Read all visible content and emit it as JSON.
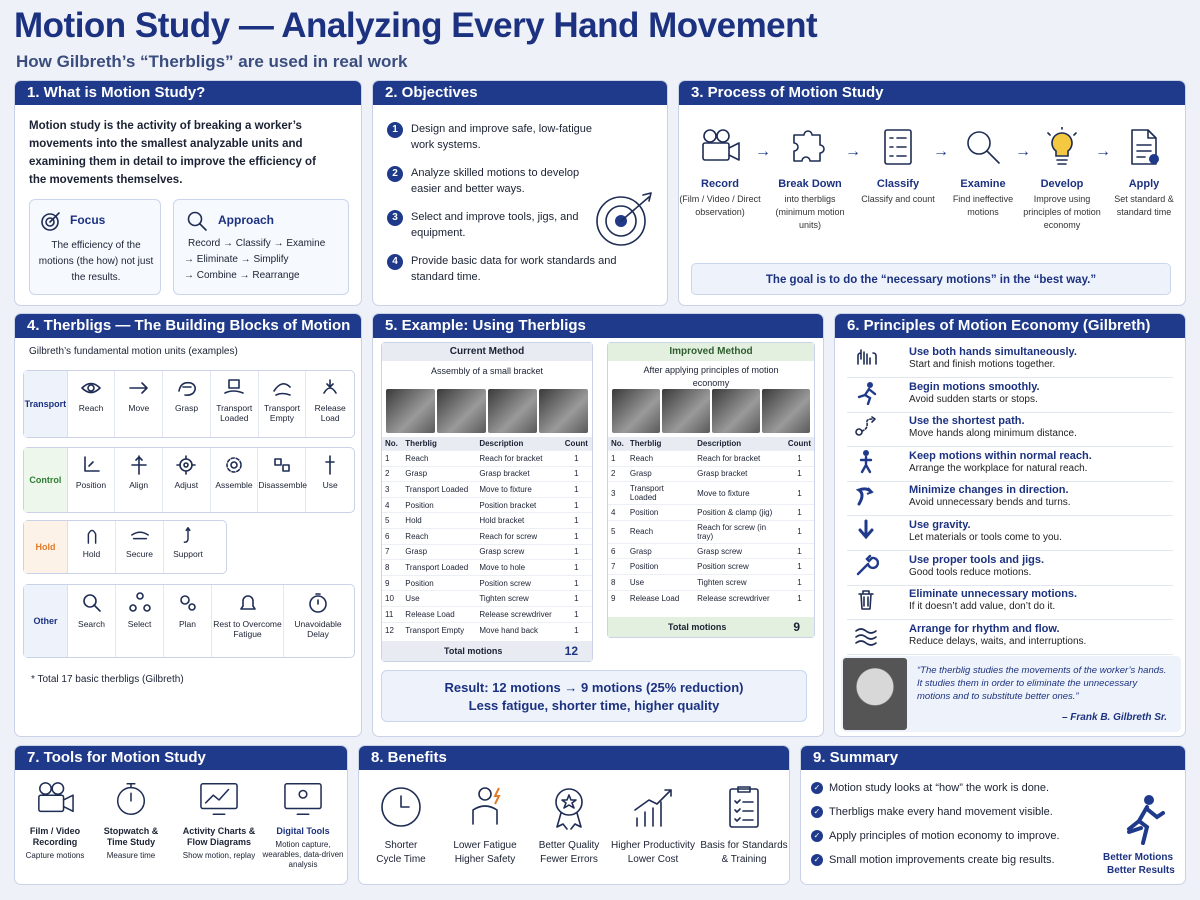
{
  "header": {
    "title": "Motion Study — Analyzing Every Hand Movement",
    "subtitle": "How Gilbreth’s “Therbligs” are used in real work"
  },
  "colors": {
    "navy": "#1f3a8a",
    "green_header": "#e3f0e0",
    "orange": "#e07b2a",
    "accent_light": "#eef3fb"
  },
  "p1": {
    "heading": "1. What is Motion Study?",
    "body": "Motion study is the activity of breaking a worker’s movements into the smallest analyzable units and examining them in detail to improve the efficiency of the movements themselves.",
    "focus_title": "Focus",
    "focus_body": "The efficiency of the motions (the how) not just the results.",
    "approach_title": "Approach",
    "approach_l1": "Record → Classify → Examine",
    "approach_l2": "→ Eliminate → Simplify",
    "approach_l3": "→ Combine → Rearrange"
  },
  "p2": {
    "heading": "2. Objectives",
    "items": [
      {
        "n": "1",
        "text": "Design and improve safe, low-fatigue work systems."
      },
      {
        "n": "2",
        "text": "Analyze skilled motions to develop easier and better ways."
      },
      {
        "n": "3",
        "text": "Select and improve tools, jigs, and equipment."
      },
      {
        "n": "4",
        "text": "Provide basic data for work standards and standard time."
      }
    ]
  },
  "p3": {
    "heading": "3. Process of Motion Study",
    "steps": [
      {
        "title": "Record",
        "desc": "(Film / Video / Direct observation)",
        "icon": "camera-icon"
      },
      {
        "title": "Break Down",
        "desc": "into therbligs (minimum motion units)",
        "icon": "puzzle-icon"
      },
      {
        "title": "Classify",
        "desc": "Classify and count",
        "icon": "checklist-icon"
      },
      {
        "title": "Examine",
        "desc": "Find ineffective motions",
        "icon": "magnifier-icon"
      },
      {
        "title": "Develop",
        "desc": "Improve using principles of motion economy",
        "icon": "lightbulb-icon"
      },
      {
        "title": "Apply",
        "desc": "Set standard & standard time",
        "icon": "document-icon"
      }
    ],
    "goal": "The goal is to do the “necessary motions” in the “best way.”"
  },
  "p4": {
    "heading": "4. Therbligs — The Building Blocks of Motion",
    "intro": "Gilbreth’s fundamental motion units (examples)",
    "categories": [
      {
        "name": "Transport",
        "items": [
          "Reach",
          "Move",
          "Grasp",
          "Transport Loaded",
          "Transport Empty",
          "Release Load"
        ]
      },
      {
        "name": "Control",
        "items": [
          "Position",
          "Align",
          "Adjust",
          "Assemble",
          "Disassemble",
          "Use"
        ]
      },
      {
        "name": "Hold",
        "items": [
          "Hold",
          "Secure",
          "Support"
        ]
      },
      {
        "name": "Other",
        "items": [
          "Search",
          "Select",
          "Plan",
          "Rest to Overcome Fatigue",
          "Unavoidable Delay"
        ]
      }
    ],
    "note": "* Total 17 basic therbligs (Gilbreth)"
  },
  "p5": {
    "heading": "5. Example: Using Therbligs",
    "current": {
      "title": "Current Method",
      "subtitle": "Assembly of a small bracket",
      "cols": [
        "No.",
        "Therblig",
        "Description",
        "Count"
      ],
      "rows": [
        [
          "1",
          "Reach",
          "Reach for bracket",
          "1"
        ],
        [
          "2",
          "Grasp",
          "Grasp bracket",
          "1"
        ],
        [
          "3",
          "Transport Loaded",
          "Move to fixture",
          "1"
        ],
        [
          "4",
          "Position",
          "Position bracket",
          "1"
        ],
        [
          "5",
          "Hold",
          "Hold bracket",
          "1"
        ],
        [
          "6",
          "Reach",
          "Reach for screw",
          "1"
        ],
        [
          "7",
          "Grasp",
          "Grasp screw",
          "1"
        ],
        [
          "8",
          "Transport Loaded",
          "Move to hole",
          "1"
        ],
        [
          "9",
          "Position",
          "Position screw",
          "1"
        ],
        [
          "10",
          "Use",
          "Tighten screw",
          "1"
        ],
        [
          "11",
          "Release Load",
          "Release screwdriver",
          "1"
        ],
        [
          "12",
          "Transport Empty",
          "Move hand back",
          "1"
        ]
      ],
      "total_label": "Total motions",
      "total": "12"
    },
    "improved": {
      "title": "Improved Method",
      "subtitle": "After applying principles of motion economy",
      "cols": [
        "No.",
        "Therblig",
        "Description",
        "Count"
      ],
      "rows": [
        [
          "1",
          "Reach",
          "Reach for bracket",
          "1"
        ],
        [
          "2",
          "Grasp",
          "Grasp bracket",
          "1"
        ],
        [
          "3",
          "Transport Loaded",
          "Move to fixture",
          "1"
        ],
        [
          "4",
          "Position",
          "Position & clamp (jig)",
          "1"
        ],
        [
          "5",
          "Reach",
          "Reach for screw (in tray)",
          "1"
        ],
        [
          "6",
          "Grasp",
          "Grasp screw",
          "1"
        ],
        [
          "7",
          "Position",
          "Position screw",
          "1"
        ],
        [
          "8",
          "Use",
          "Tighten screw",
          "1"
        ],
        [
          "9",
          "Release Load",
          "Release screwdriver",
          "1"
        ]
      ],
      "total_label": "Total motions",
      "total": "9"
    },
    "result_l1": "Result: 12 motions → 9 motions (25% reduction)",
    "result_l2": "Less fatigue, shorter time, higher quality"
  },
  "p6": {
    "heading": "6. Principles of Motion Economy (Gilbreth)",
    "items": [
      {
        "title": "Use both hands simultaneously.",
        "desc": "Start and finish motions together."
      },
      {
        "title": "Begin motions smoothly.",
        "desc": "Avoid sudden starts or stops."
      },
      {
        "title": "Use the shortest path.",
        "desc": "Move hands along minimum distance."
      },
      {
        "title": "Keep motions within normal reach.",
        "desc": "Arrange the workplace for natural reach."
      },
      {
        "title": "Minimize changes in direction.",
        "desc": "Avoid unnecessary bends and turns."
      },
      {
        "title": "Use gravity.",
        "desc": "Let materials or tools come to you."
      },
      {
        "title": "Use proper tools and jigs.",
        "desc": "Good tools reduce motions."
      },
      {
        "title": "Eliminate unnecessary motions.",
        "desc": "If it doesn’t add value, don’t do it."
      },
      {
        "title": "Arrange for rhythm and flow.",
        "desc": "Reduce delays, waits, and interruptions."
      }
    ],
    "quote": "“The therblig studies the movements of the worker’s hands. It studies them in order to eliminate the unnecessary motions and to substitute better ones.”",
    "quote_author": "– Frank B. Gilbreth Sr."
  },
  "p7": {
    "heading": "7. Tools for Motion Study",
    "tools": [
      {
        "title": "Film / Video Recording",
        "desc": "Capture motions"
      },
      {
        "title": "Stopwatch & Time Study",
        "desc": "Measure time"
      },
      {
        "title": "Activity Charts & Flow Diagrams",
        "desc": "Show motion, replay"
      },
      {
        "title": "Digital Tools",
        "desc": "Motion capture, wearables, data-driven analysis"
      }
    ]
  },
  "p8": {
    "heading": "8. Benefits",
    "items": [
      {
        "l1": "Shorter",
        "l2": "Cycle Time"
      },
      {
        "l1": "Lower Fatigue",
        "l2": "Higher Safety"
      },
      {
        "l1": "Better Quality",
        "l2": "Fewer Errors"
      },
      {
        "l1": "Higher Productivity",
        "l2": "Lower Cost"
      },
      {
        "l1": "Basis for Standards",
        "l2": "& Training"
      }
    ]
  },
  "p9": {
    "heading": "9. Summary",
    "items": [
      "Motion study looks at “how” the work is done.",
      "Therbligs make every hand movement visible.",
      "Apply principles of motion economy to improve.",
      "Small motion improvements create big results."
    ],
    "badge_l1": "Better Motions",
    "badge_l2": "Better Results"
  }
}
